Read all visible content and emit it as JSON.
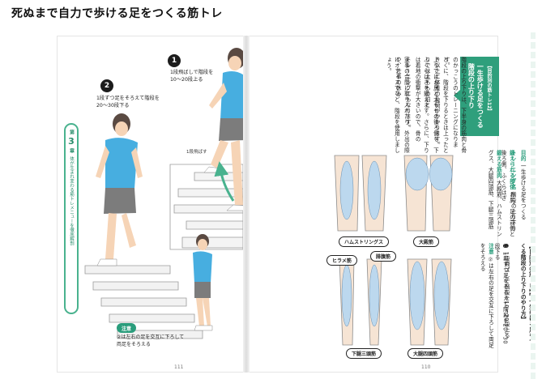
{
  "header": {
    "title": "死ぬまで自力で歩ける足をつくる筋トレ"
  },
  "left_page": {
    "side_tab": {
      "chapter_label": "第",
      "chapter_number": "3",
      "chapter_suffix": "章",
      "tab_text": "体が生まれ変わる筋トレメニューを徹底解剖"
    },
    "step1": {
      "number": "1",
      "text": "1段飛ばしで階段を\n10〜20段上る"
    },
    "step2": {
      "number": "2",
      "text": "1段ずつ足をそろえて階段を\n20〜30段下る"
    },
    "callout": "1段飛ばす",
    "note": {
      "badge": "注意",
      "text": "②は左右の足を交互に下ろして\n両足をそろえる"
    },
    "page_number": "111"
  },
  "right_page": {
    "page_number": "110",
    "title_box": {
      "line1": "【目的別の筋トレ12】",
      "line2": "一生歩ける足をつくる",
      "line3": "階段の上り下り"
    },
    "body_col1": "階段の上り下りは、下半身の筋肉と骨のかっこうのトレーニングになります。",
    "body_col2": "とくに、階段を下りるときは上ったとき以上に体重の負荷がかかります。",
    "body_col3": "上りではお尻と太ももの後ろ側を、下りでは太ももの前と",
    "body_col4": "ふくらはぎを鍛えます。さらに、下りは着地の衝撃が大きいので、骨の",
    "body_col5": "トレーニングにもなります。",
    "body_col6": "家事の合間に取り入れたり、外出の際や、仕事の休み",
    "body_col7": "にオフィスでなど、階段を使用しましょう。",
    "purpose": {
      "label": "目的",
      "text": "一生歩ける足をつくる"
    },
    "training_name": {
      "label": "トレーニング名",
      "text": "階段の上り下り"
    },
    "target": {
      "label": "鍛えられる部位",
      "text": "お尻、足の前側と後ろ側、ふくらはぎ"
    },
    "muscles_trained": {
      "label": "鍛える筋肉",
      "text": "大殿筋、ハムストリングス、大腿四頭筋、下腿三頭筋"
    },
    "how_to": {
      "title": "【目的別の筋トレ12 一生歩ける足をつくる階段の上り下りのやり方】",
      "step1": "❶ 1段飛ばしで階段を10〜20段上る",
      "step2": "❷ 1段ずつ足をそろえて階段を20〜30段下る"
    },
    "caution": {
      "label": "注意",
      "text": "②は左右の足を交互に下ろして両足をそろえる"
    },
    "muscle_labels": [
      "ハムストリングス",
      "大殿筋",
      "ヒラメ筋",
      "腓腹筋",
      "下腿三頭筋",
      "大腿四頭筋"
    ]
  },
  "colors": {
    "accent_green": "#2f9f7c",
    "skin": "#f6d4b6",
    "shirt": "#47aee0",
    "shorts": "#7c7c7c"
  }
}
